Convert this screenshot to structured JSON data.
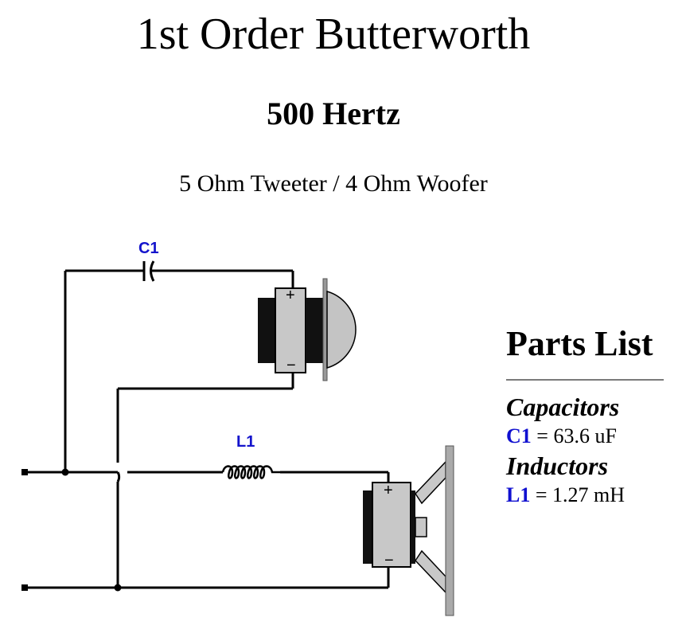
{
  "title": "1st Order Butterworth",
  "frequency": "500 Hertz",
  "subtitle": "5 Ohm Tweeter / 4 Ohm Woofer",
  "schematic": {
    "capacitor_label": "C1",
    "inductor_label": "L1",
    "plus_sign": "+",
    "minus_sign": "−",
    "colors": {
      "label": "#1414cc",
      "wire": "#000000",
      "magnet": "#111111",
      "body": "#c8c8c8"
    }
  },
  "parts_list": {
    "heading": "Parts List",
    "capacitors_heading": "Capacitors",
    "capacitors": [
      {
        "ref": "C1",
        "value": " = 63.6 uF"
      }
    ],
    "inductors_heading": "Inductors",
    "inductors": [
      {
        "ref": "L1",
        "value": " = 1.27 mH"
      }
    ]
  }
}
